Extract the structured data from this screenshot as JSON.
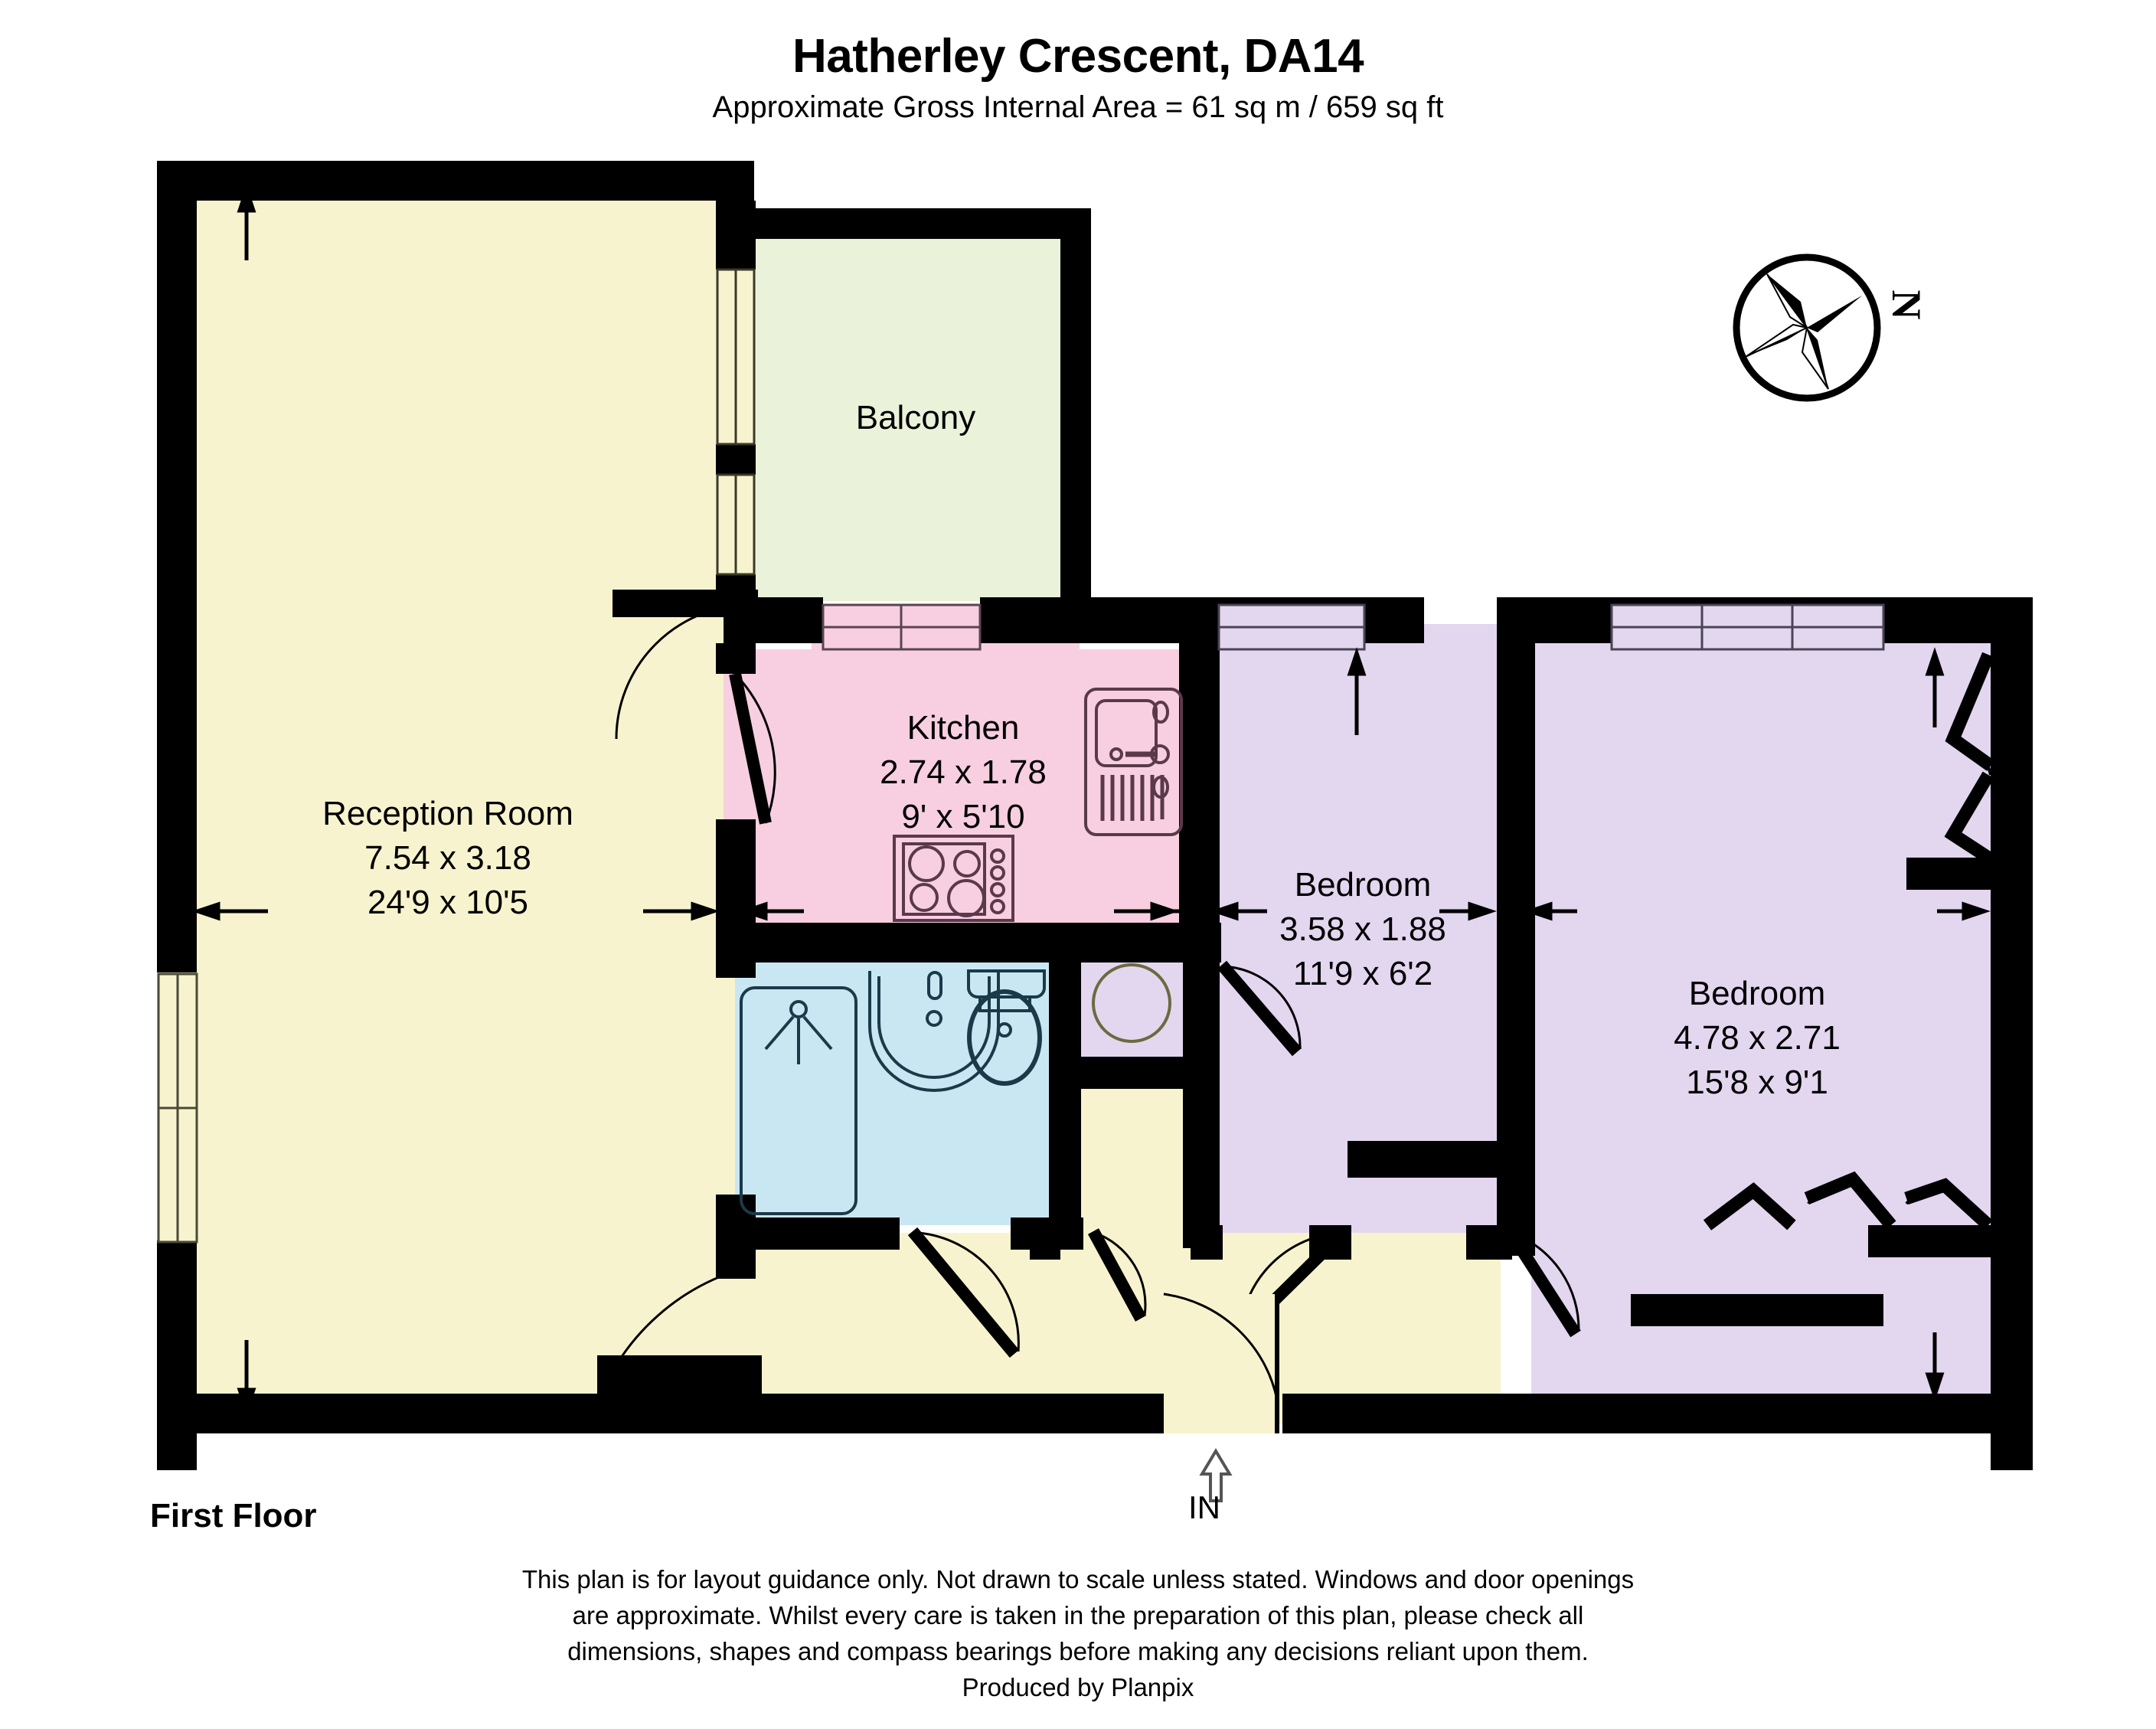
{
  "header": {
    "title": "Hatherley Crescent, DA14",
    "subtitle": "Approximate Gross Internal Area = 61 sq m / 659 sq ft"
  },
  "floor": {
    "label": "First Floor",
    "entrance_label": "IN"
  },
  "compass": {
    "north_label": "N"
  },
  "rooms": [
    {
      "id": "reception",
      "name": "Reception Room",
      "metric": "7.54 x 3.18",
      "imperial": "24'9 x 10'5",
      "color": "#F7F3CE"
    },
    {
      "id": "balcony",
      "name": "Balcony",
      "metric": "",
      "imperial": "",
      "color": "#EAF3DA"
    },
    {
      "id": "kitchen",
      "name": "Kitchen",
      "metric": "2.74 x 1.78",
      "imperial": "9' x 5'10",
      "color": "#F7CFE0"
    },
    {
      "id": "bedroom-1",
      "name": "Bedroom",
      "metric": "3.58 x 1.88",
      "imperial": "11'9 x 6'2",
      "color": "#E3D6EF"
    },
    {
      "id": "bedroom-2",
      "name": "Bedroom",
      "metric": "4.78 x 2.71",
      "imperial": "15'8 x 9'1",
      "color": "#E3D6EF"
    },
    {
      "id": "bathroom",
      "name": "",
      "metric": "",
      "imperial": "",
      "color": "#C9E7F2"
    },
    {
      "id": "hallway",
      "name": "",
      "metric": "",
      "imperial": "",
      "color": "#F7F3CE"
    }
  ],
  "fixtures": [
    "bath-fixture",
    "shower-head-fixture",
    "washbasin-fixture",
    "toilet-fixture",
    "sink-fixture",
    "hob-fixture",
    "cylinder-fixture"
  ],
  "colors": {
    "wall": "#000000",
    "reception": "#F7F3CE",
    "balcony": "#EAF3DA",
    "kitchen": "#F7CFE0",
    "bedroom": "#E3D6EF",
    "bathroom": "#C9E7F2",
    "background": "#FFFFFF"
  },
  "footer": {
    "lines": [
      "This plan is for layout guidance only. Not drawn to scale unless stated. Windows and door openings",
      "are approximate. Whilst every care is taken in the preparation of this plan, please check all",
      "dimensions, shapes and compass bearings before making any decisions reliant upon them.",
      "Produced by Planpix"
    ]
  }
}
